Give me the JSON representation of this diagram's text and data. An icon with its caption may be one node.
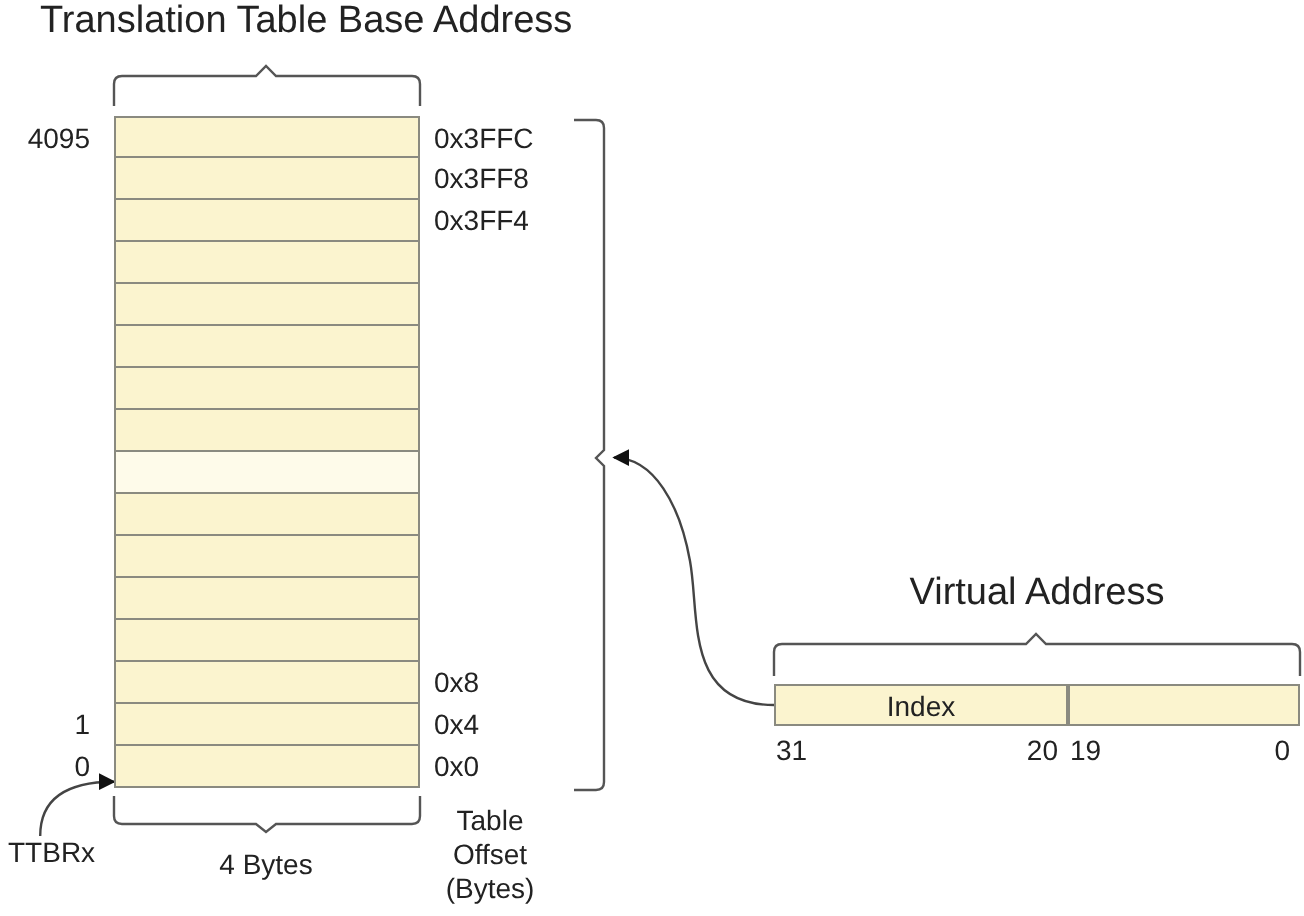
{
  "diagram": {
    "nodes": [
      {
        "text": [
          "Translation Table Base Address"
        ]
      },
      {
        "text": [],
        "shape": "box",
        "in": 0,
        "beside": [
          "4095",
          "0x3FFC"
        ]
      },
      {
        "text": [],
        "shape": "box",
        "in": 0,
        "beside": [
          "0x3FF8"
        ]
      },
      {
        "text": [],
        "shape": "box",
        "in": 0,
        "beside": [
          "0x3FF4"
        ]
      },
      {
        "text": [],
        "shape": "box",
        "in": 0
      },
      {
        "text": [],
        "shape": "box",
        "in": 0
      },
      {
        "text": [],
        "shape": "box",
        "in": 0
      },
      {
        "text": [],
        "shape": "box",
        "in": 0
      },
      {
        "text": [],
        "shape": "box",
        "in": 0
      },
      {
        "text": [],
        "shape": "box",
        "in": 0
      },
      {
        "text": [],
        "shape": "box",
        "in": 0
      },
      {
        "text": [],
        "shape": "box",
        "in": 0
      },
      {
        "text": [],
        "shape": "box",
        "in": 0
      },
      {
        "text": [],
        "shape": "box",
        "in": 0
      },
      {
        "text": [],
        "shape": "box",
        "in": 0,
        "beside": [
          "0x8"
        ]
      },
      {
        "text": [],
        "shape": "box",
        "in": 0,
        "beside": [
          "1",
          "0x4"
        ]
      },
      {
        "text": [],
        "shape": "box",
        "in": 0,
        "beside": [
          "0",
          "0x0"
        ]
      },
      {
        "text": [
          "TTBRx"
        ]
      },
      {
        "text": [
          "Virtual Address"
        ]
      },
      {
        "text": [
          "Index"
        ],
        "in": 18,
        "beside": [
          "31",
          "20"
        ]
      },
      {
        "text": [],
        "shape": "box",
        "in": 18,
        "beside": [
          "19",
          "0"
        ]
      }
    ],
    "edges": [
      {
        "from": 17,
        "to": 16,
        "arrow": "to"
      },
      {
        "from": 19,
        "to": 0,
        "arrow": "to"
      }
    ],
    "labels": [
      "4 Bytes",
      "Table Offset (Bytes)"
    ]
  }
}
